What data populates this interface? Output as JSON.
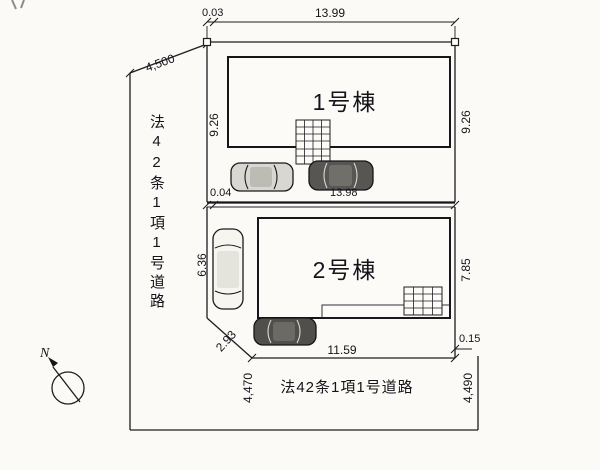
{
  "plan": {
    "buildings": [
      {
        "label": "1号棟"
      },
      {
        "label": "2号棟"
      }
    ],
    "roads": {
      "left_vertical": "法42条1項1号道路",
      "bottom": "法42条1項1号道路"
    },
    "compass": {
      "north": "N"
    },
    "dimensions": {
      "top_offset": "0.03",
      "top_width": "13.99",
      "upper_left_frontage": "4,500",
      "b1_left_depth": "9.26",
      "b1_right_depth": "9.26",
      "mid_offset": "0.04",
      "mid_width": "13.98",
      "b2_left_depth": "6.36",
      "b2_right_depth": "7.85",
      "diagonal": "2.93",
      "bottom_width": "11.59",
      "bottom_right_offset": "0.15",
      "lower_left_frontage": "4,470",
      "lower_right_frontage": "4,490"
    },
    "colors": {
      "line": "#1d1d22",
      "paper": "#fbfaf6"
    }
  }
}
